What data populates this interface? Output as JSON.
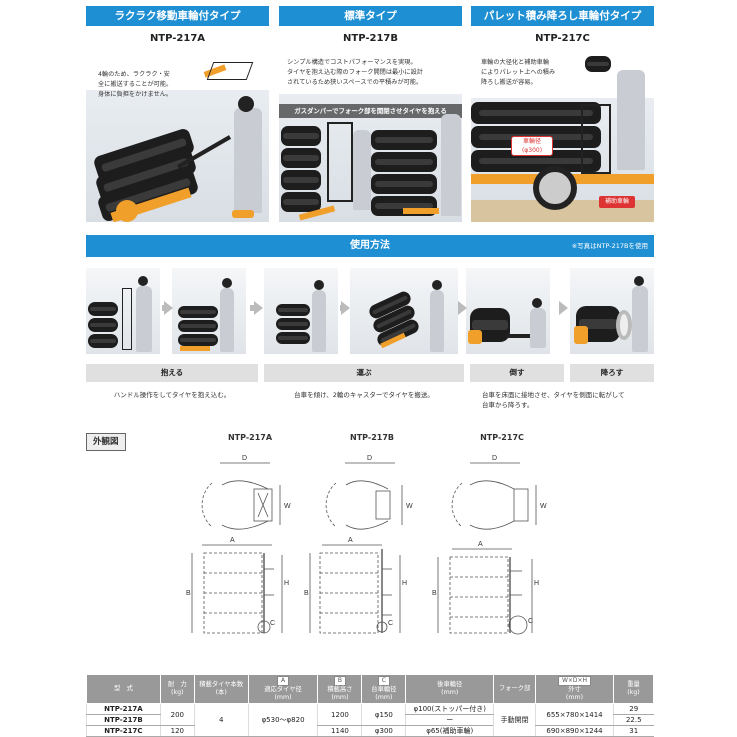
{
  "products": [
    {
      "banner": "ラクラク移動車輪付タイプ",
      "model": "NTP-217A",
      "desc": [
        "4輪のため、ラクラク・安",
        "全に搬送することが可能。",
        "身体に負担をかけません。"
      ]
    },
    {
      "banner": "標準タイプ",
      "model": "NTP-217B",
      "desc": [
        "シンプル構造でコストパフォーマンスを実現。",
        "タイヤを抱え込む際のフォーク開閉は最小に設計",
        "されているため狭いスペースでの平積みが可能。"
      ],
      "caption": "ガスダンパーでフォーク部を開閉させタイヤを抱える"
    },
    {
      "banner": "パレット積み降ろし車輪付タイプ",
      "model": "NTP-217C",
      "desc": [
        "車輪の大径化と補助車輪",
        "によりパレット上への積み",
        "降ろし搬送が容易。"
      ],
      "callout_wheel": "車輪径",
      "callout_wheel_size": "(φ300)",
      "callout_aux": "補助車輪"
    }
  ],
  "usage": {
    "title": "使用方法",
    "note": "※写真はNTP-217Bを使用",
    "steps": [
      {
        "label": "抱える",
        "desc": [
          "ハンドル操作をしてタイヤを抱え込む。"
        ]
      },
      {
        "label": "運ぶ",
        "desc": [
          "台車を傾け、2輪のキャスターでタイヤを搬送。"
        ]
      },
      {
        "label": "倒す",
        "desc": [
          "台車を床面に接地させ、タイヤを側面に転がして",
          "台車から降ろす。"
        ]
      },
      {
        "label": "降ろす",
        "desc": []
      }
    ]
  },
  "exterior": {
    "title": "外観図",
    "models": [
      "NTP-217A",
      "NTP-217B",
      "NTP-217C"
    ],
    "dim_labels": {
      "d": "D",
      "w": "W",
      "a": "A",
      "b": "B",
      "h": "H",
      "c": "C"
    }
  },
  "spec_table": {
    "headers": {
      "model": "型　式",
      "load": "耐　力\n(kg)",
      "tires": "積載タイヤ本数\n(本)",
      "dia_box": "A",
      "dia": "適応タイヤ径\n(mm)",
      "height_box": "B",
      "height": "積載高さ\n(mm)",
      "wheel_box": "C",
      "wheel": "台車輪径\n(mm)",
      "rear": "後車輪径\n(mm)",
      "fork": "フォーク部",
      "size_box": "W×D×H",
      "size": "外寸\n(mm)",
      "weight": "重量\n(kg)"
    },
    "rows": [
      {
        "model": "NTP-217A",
        "rear": "φ100(ストッパー付き)",
        "size": "655×780×1414",
        "weight": "29"
      },
      {
        "model": "NTP-217B",
        "rear": "ー",
        "weight": "22.5"
      },
      {
        "model": "NTP-217C",
        "load": "120",
        "height": "1140",
        "wheel": "φ300",
        "rear": "φ65(補助車輪)",
        "size": "690×890×1244",
        "weight": "31"
      }
    ],
    "shared": {
      "load_ab": "200",
      "tires": "4",
      "dia": "φ530〜φ820",
      "height_ab": "1200",
      "wheel_ab": "φ150",
      "fork": "手動開閉"
    }
  }
}
